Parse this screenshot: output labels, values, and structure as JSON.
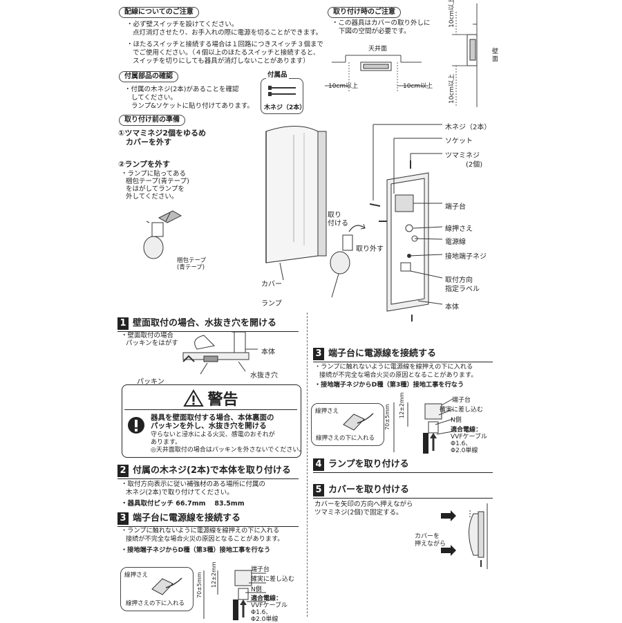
{
  "wiring": {
    "heading": "配線についてのご注意",
    "bullet1_line1": "・必ず壁スイッチを設けてください。",
    "bullet1_line2": "点灯消灯させたり、お手入れの際に電源を切ることができます。",
    "bullet2_line1": "・ほたるスイッチと接続する場合は１回路につきスイッチ３個まで",
    "bullet2_line2": "でご使用ください。（４個以上のほたるスイッチと接続すると、",
    "bullet2_line3": "スイッチを切りにしても器具が消灯しないことがあります）"
  },
  "mounting_caution": {
    "heading": "取り付け時のご注意",
    "line1": "・この器具はカバーの取り外しに",
    "line2": "下図の空間が必要です。",
    "ceiling": "天井面",
    "gap_left": "10cm以上",
    "gap_right": "10cm以上",
    "gap_top": "10cm以上",
    "gap_bottom": "10cm以上",
    "wall": "壁面"
  },
  "accessories": {
    "heading": "付属部品の確認",
    "line1": "・付属の木ネジ(2本)があることを確認",
    "line2": "してください。",
    "line3": "ランプ&ソケットに貼り付けてあります。",
    "box_title": "付属品",
    "box_label": "木ネジ（2本）"
  },
  "prep": {
    "heading": "取り付け前の準備",
    "step1_line1": "①ツマミネジ2個をゆるめ",
    "step1_line2": "カバーを外す",
    "step2": "②ランプを外す",
    "step2_line1": "・ランプに貼ってある",
    "step2_line2": "梱包テープ(青テープ)",
    "step2_line3": "をはがしてランプを",
    "step2_line4": "外してください。",
    "tape_line1": "梱包テープ",
    "tape_line2": "(青テープ)"
  },
  "diagram": {
    "cover": "カバー",
    "lamp": "ランプ",
    "attach": "取り",
    "attach2": "付ける",
    "remove": "取り外す",
    "wood_screw": "木ネジ（2本）",
    "socket": "ソケット",
    "knob_screw": "ツマミネジ",
    "knob_count": "(2個)",
    "terminal": "端子台",
    "wire_holder": "線押さえ",
    "power_wire": "電源線",
    "ground_screw": "接地端子ネジ",
    "direction_label1": "取付方向",
    "direction_label2": "指定ラベル",
    "body": "本体"
  },
  "step1": {
    "num": "1",
    "title": "壁面取付の場合、水抜き穴を開ける",
    "note1": "・壁面取付の場合",
    "note2": "パッキンをはがす",
    "body": "本体",
    "drain": "水抜き穴",
    "packing": "パッキン"
  },
  "warning": {
    "title": "警告",
    "line1": "器具を壁面取付する場合、本体裏面の",
    "line2": "パッキンを外し、水抜き穴を開ける",
    "line3": "守らないと浸水による火災、感電のおそれが",
    "line4": "あります。",
    "line5": "◎天井面取付の場合はパッキンを外さないでください。"
  },
  "step2": {
    "num": "2",
    "title": "付属の木ネジ(2本)で本体を取り付ける",
    "line1": "・取付方向表示に従い補強材のある場所に付属の",
    "line2": "木ネジ(2本)で取り付けてください。",
    "line3": "・器具取付ピッチ 66.7mm　 83.5mm"
  },
  "step3a": {
    "num": "3",
    "title": "端子台に電源線を接続する",
    "line1": "・ランプに触れないように電源線を線押えの下に入れる",
    "line2": "接続が不完全な場合火災の原因となることがあります。",
    "line3": "・接地端子ネジからD種（第3種）接地工事を行なう",
    "holder": "線押さえ",
    "under": "線押さえの下に入れる",
    "terminal": "端子台",
    "insert": "確実に差し込む",
    "nside": "N側",
    "dim1": "70±5mm",
    "dim2": "12±2mm",
    "wire_title": "適合電線：",
    "wire_type": "VVFケーブル",
    "wire_d1": "Φ1.6、",
    "wire_d2": "Φ2.0単線"
  },
  "step3b": {
    "num": "3",
    "title": "端子台に電源線を接続する",
    "line1": "・ランプに触れないように電源線を線押えの下に入れる",
    "line2": "接続が不完全な場合火災の原因となることがあります。",
    "line3": "・接地端子ネジからD種（第3種）接地工事を行なう",
    "holder": "線押さえ",
    "under": "線押さえの下に入れる",
    "terminal": "端子台",
    "insert": "確実に差し込む",
    "nside": "N側",
    "dim1": "70±5mm",
    "dim2": "12±2mm",
    "wire_title": "適合電線：",
    "wire_type": "VVFケーブル",
    "wire_d1": "Φ1.6、",
    "wire_d2": "Φ2.0単線"
  },
  "step4": {
    "num": "4",
    "title": "ランプを取り付ける"
  },
  "step5": {
    "num": "5",
    "title": "カバーを取り付ける",
    "line1": "カバーを矢印の方向へ押えながら",
    "line2": "ツマミネジ(2個)で固定する。",
    "push1": "カバーを",
    "push2": "押えながら"
  }
}
